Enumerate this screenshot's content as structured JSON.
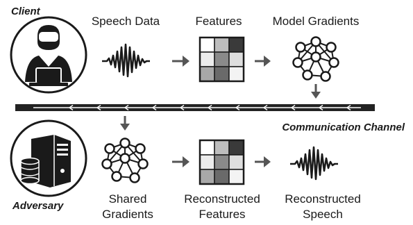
{
  "client": {
    "role_label": "Client"
  },
  "adversary": {
    "role_label": "Adversary"
  },
  "top_row": {
    "speech_label": "Speech Data",
    "features_label": "Features",
    "gradients_label": "Model Gradients"
  },
  "channel": {
    "label": "Communication Channel"
  },
  "bottom_row": {
    "shared_gradients_label_line1": "Shared",
    "shared_gradients_label_line2": "Gradients",
    "reconstructed_features_label_line1": "Reconstructed",
    "reconstructed_features_label_line2": "Features",
    "reconstructed_speech_label_line1": "Reconstructed",
    "reconstructed_speech_label_line2": "Speech"
  },
  "icons": {
    "client": "person-with-laptop-icon",
    "adversary": "server-database-icon",
    "speech": "waveform-icon",
    "features": "feature-grid-icon",
    "gradients": "neural-network-icon",
    "arrows": "arrow-right-icon"
  },
  "colors": {
    "ink": "#1a1a1a",
    "channel_bar": "#222222",
    "grid_cells_top": [
      "#ffffff",
      "#bdbdbd",
      "#3a3a3a",
      "#ececec",
      "#8a8a8a",
      "#dedede",
      "#a8a8a8",
      "#6a6a6a",
      "#f3f3f3"
    ],
    "grid_cells_bottom": [
      "#ffffff",
      "#bdbdbd",
      "#3a3a3a",
      "#ececec",
      "#8a8a8a",
      "#dedede",
      "#a8a8a8",
      "#6a6a6a",
      "#f3f3f3"
    ]
  }
}
